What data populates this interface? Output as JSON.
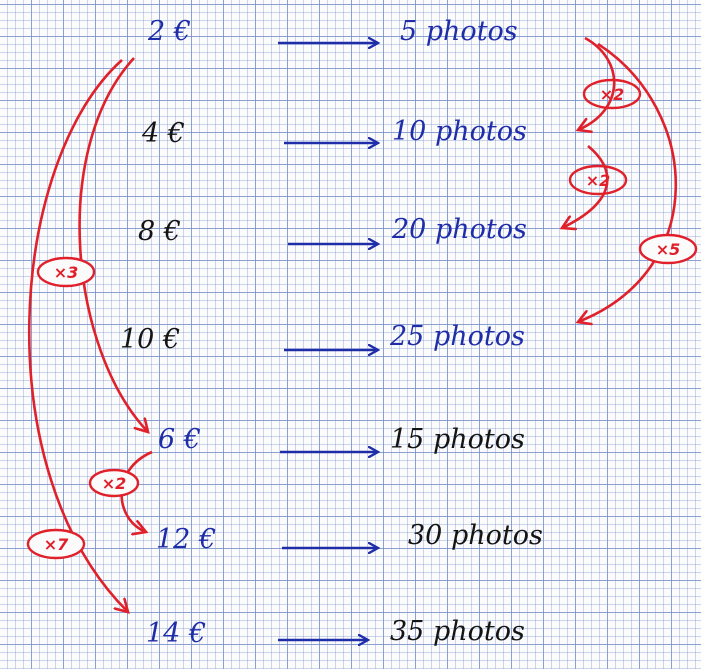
{
  "colors": {
    "blue_ink": "#1f2ea8",
    "black_ink": "#141414",
    "red_ink": "#e0202a",
    "paper": "#fbfbfb",
    "grid": "#7896d2"
  },
  "rows": [
    {
      "price": "2 €",
      "photos": "5 photos",
      "ink": "blue"
    },
    {
      "price": "4 €",
      "photos": "10 photos",
      "ink": "black-price"
    },
    {
      "price": "8 €",
      "photos": "20 photos",
      "ink": "black-price"
    },
    {
      "price": "10 €",
      "photos": "25 photos",
      "ink": "black-price"
    },
    {
      "price": "6 €",
      "photos": "15 photos",
      "ink": "black-photos"
    },
    {
      "price": "12 €",
      "photos": "30 photos",
      "ink": "black-photos"
    },
    {
      "price": "14 €",
      "photos": "35 photos",
      "ink": "black-photos"
    }
  ],
  "multipliers": {
    "right_first": "×2",
    "right_second": "×2",
    "right_long": "×5",
    "left_inner": "×3",
    "left_small": "×2",
    "left_outer": "×7"
  }
}
